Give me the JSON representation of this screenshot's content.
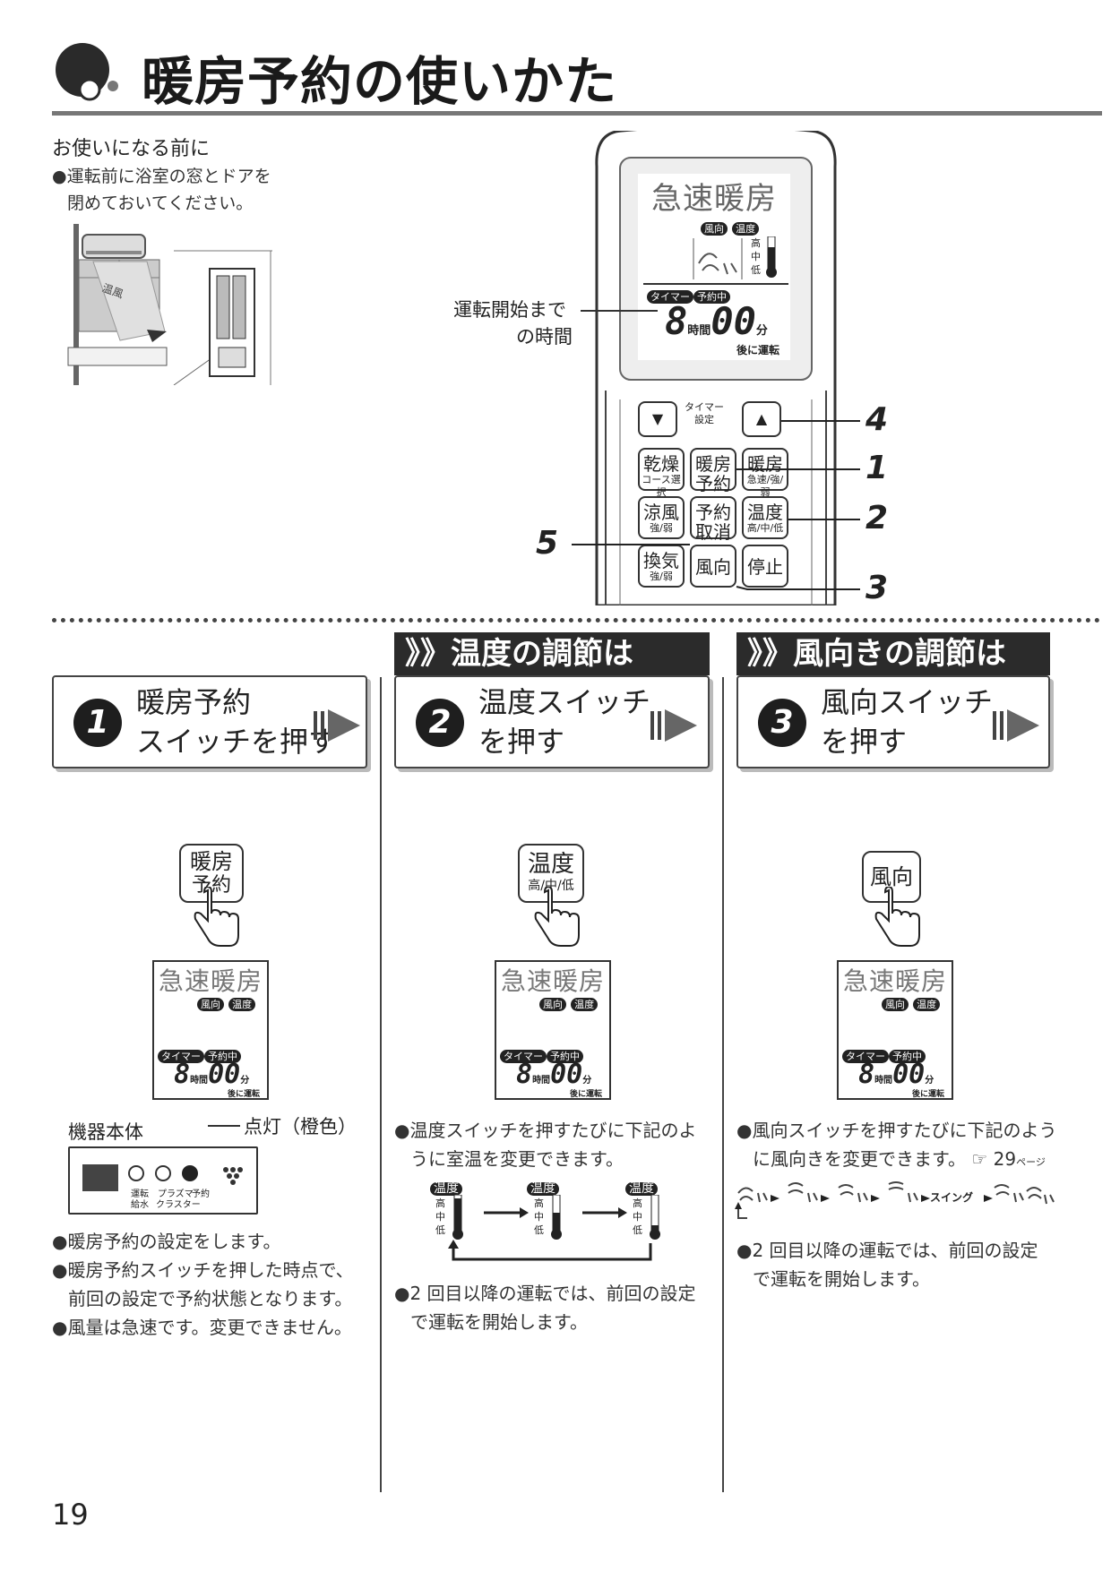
{
  "page": {
    "title": "暖房予約の使いかた",
    "page_number": "19"
  },
  "intro": {
    "heading": "お使いになる前に",
    "bullet_line1": "●運転前に浴室の窓とドアを",
    "bullet_line2": "閉めておいてください。",
    "illustration_label": "温風"
  },
  "remote": {
    "display_top": "急速暖房",
    "display_fukou": "風向",
    "display_ondo": "温度",
    "display_high": "高",
    "display_mid": "中",
    "display_low": "低",
    "display_timer": "タイマー",
    "display_yoyaku": "予約中",
    "display_hours": "8",
    "display_hours_unit": "時間",
    "display_minutes": "00",
    "display_minutes_unit": "分",
    "display_after": "後に運転",
    "label_line1": "運転開始まで",
    "label_line2": "の時間",
    "timer_label_1": "タイマー",
    "timer_label_2": "設定",
    "down_arrow": "▼",
    "up_arrow": "▲",
    "btn_kansou": "乾燥",
    "btn_kansou_sub": "コース選択",
    "btn_danbou_yoyaku_1": "暖房",
    "btn_danbou_yoyaku_2": "予約",
    "btn_danbou": "暖房",
    "btn_danbou_sub": "急速/強/弱",
    "btn_ryoufuu": "涼風",
    "btn_ryoufuu_sub": "強/弱",
    "btn_yoyaku_torikeshi_1": "予約",
    "btn_yoyaku_torikeshi_2": "取消",
    "btn_ondo": "温度",
    "btn_ondo_sub": "高/中/低",
    "btn_kanki": "換気",
    "btn_kanki_sub": "強/弱",
    "btn_fukou": "風向",
    "btn_teishi": "停止",
    "callout_1": "1",
    "callout_2": "2",
    "callout_3": "3",
    "callout_4": "4",
    "callout_5": "5"
  },
  "sections": {
    "temp_header": "》》温度の調節は",
    "wind_header": "》》風向きの調節は"
  },
  "steps": [
    {
      "num": "1",
      "line1": "暖房予約",
      "line2": "スイッチを押す",
      "button_line1": "暖房",
      "button_line2": "予約"
    },
    {
      "num": "2",
      "line1": "温度スイッチ",
      "line2": "を押す",
      "button_line1": "温度",
      "button_line2": "高/中/低"
    },
    {
      "num": "3",
      "line1": "風向スイッチ",
      "line2": "を押す",
      "button_line1": "風向",
      "button_line2": ""
    }
  ],
  "col1": {
    "unit_label": "機器本体",
    "lamp_label": "点灯（橙色）",
    "lamp_unten": "運転",
    "lamp_kyusui": "給水",
    "lamp_plasma": "プラズマ",
    "lamp_cluster": "クラスター",
    "lamp_yoyaku": "予約",
    "note1": "●暖房予約の設定をします。",
    "note2a": "●暖房予約スイッチを押した時点で、",
    "note2b": "前回の設定で予約状態となります。",
    "note3": "●風量は急速です。変更できません。"
  },
  "col2": {
    "desc_a": "●温度スイッチを押すたびに下記のよ",
    "desc_b": "うに室温を変更できます。",
    "note_a": "●2 回目以降の運転では、前回の設定",
    "note_b": "で運転を開始します。",
    "therm_label": "温度",
    "therm_high": "高",
    "therm_mid": "中",
    "therm_low": "低"
  },
  "col3": {
    "desc_a": "●風向スイッチを押すたびに下記のよう",
    "desc_b": "に風向きを変更できます。",
    "ref": "☞ 29",
    "ref_unit": "ページ",
    "swing": "スイング",
    "note_a": "●2 回目以降の運転では、前回の設定",
    "note_b": "で運転を開始します。"
  }
}
